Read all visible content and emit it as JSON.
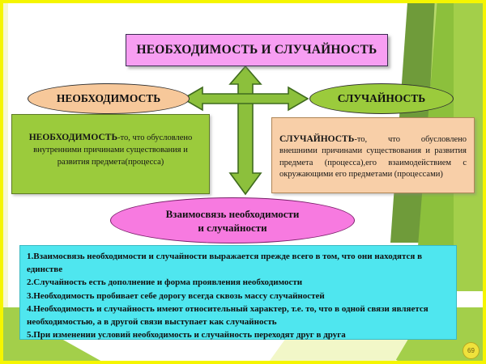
{
  "slide": {
    "title": "НЕОБХОДИМОСТЬ И СЛУЧАЙНОСТЬ",
    "page_number": "69"
  },
  "colors": {
    "title_bg": "#F79EF2",
    "oval_left_bg": "#F7C89A",
    "oval_right_bg": "#9BCB3C",
    "oval_bottom_bg": "#F77AE0",
    "def_left_bg": "#9BCB3C",
    "def_right_bg": "#F8CFA8",
    "list_bg": "#4FE6EF",
    "arrow_fill": "#8CC03C",
    "arrow_stroke": "#3F6B1E",
    "frame_yellow": "#F5F500",
    "background_green": "#A3CF4A"
  },
  "ovals": {
    "left": "НЕОБХОДИМОСТЬ",
    "right": "СЛУЧАЙНОСТЬ",
    "bottom_line1": "Взаимосвязь необходимости",
    "bottom_line2": "и случайности"
  },
  "definitions": {
    "left": {
      "term": "НЕОБХОДИМОСТЬ",
      "text": "-то, что обусловлено внутренними причинами существования и развития предмета(процесса)"
    },
    "right": {
      "term": "СЛУЧАЙНОСТЬ",
      "text": "-то, что обусловлено внешними причинами существования и развития предмета (процесса),его взаимодействием с окружающими его предметами (процессами)"
    }
  },
  "list": {
    "items": [
      "1.Взаимосвязь необходимости и случайности выражается прежде всего в том, что они находятся в единстве",
      "2.Случайность есть дополнение и форма проявления необходимости",
      "3.Необходимость пробивает себе дорогу всегда сквозь массу случайностей",
      "4.Необходимость и случайность имеют относительный характер, т.е. то, что в одной связи является необходимостью, а в другой связи выступает как случайность",
      "5.При изменении условий необходимость и случайность переходят друг в друга"
    ]
  },
  "arrows": {
    "vertical": "double-headed-vertical-arrow",
    "horizontal": "double-headed-horizontal-arrow"
  }
}
